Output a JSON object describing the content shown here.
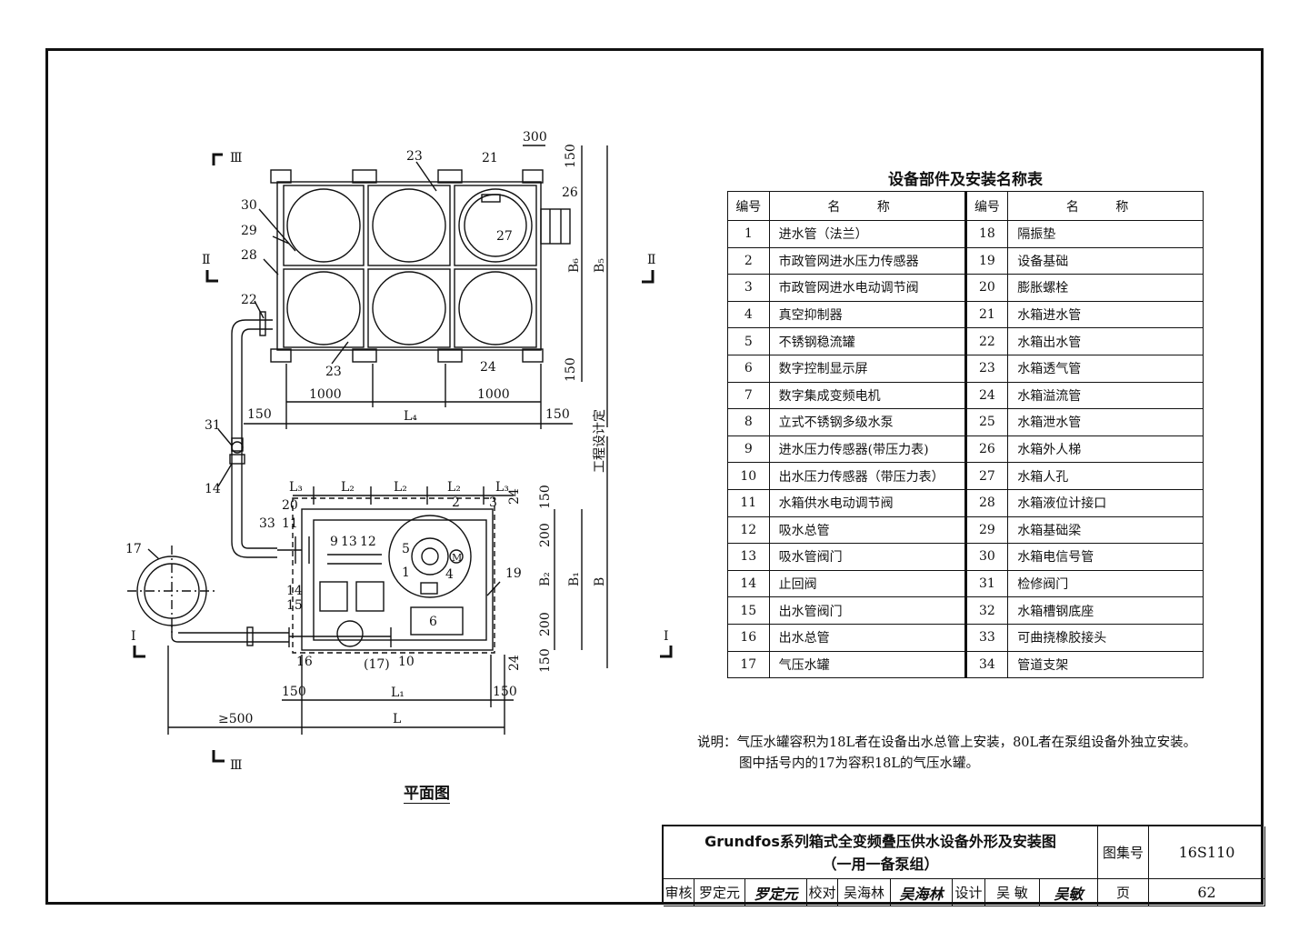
{
  "table_title": "设备部件及安装名称表",
  "table_header": {
    "num": "编号",
    "name": "名 称"
  },
  "parts_left": [
    {
      "num": "1",
      "name": "进水管（法兰）"
    },
    {
      "num": "2",
      "name": "市政管网进水压力传感器"
    },
    {
      "num": "3",
      "name": "市政管网进水电动调节阀"
    },
    {
      "num": "4",
      "name": "真空抑制器"
    },
    {
      "num": "5",
      "name": "不锈钢稳流罐"
    },
    {
      "num": "6",
      "name": "数字控制显示屏"
    },
    {
      "num": "7",
      "name": "数字集成变频电机"
    },
    {
      "num": "8",
      "name": "立式不锈钢多级水泵"
    },
    {
      "num": "9",
      "name": "进水压力传感器(带压力表)"
    },
    {
      "num": "10",
      "name": "出水压力传感器（带压力表）"
    },
    {
      "num": "11",
      "name": "水箱供水电动调节阀"
    },
    {
      "num": "12",
      "name": "吸水总管"
    },
    {
      "num": "13",
      "name": "吸水管阀门"
    },
    {
      "num": "14",
      "name": "止回阀"
    },
    {
      "num": "15",
      "name": "出水管阀门"
    },
    {
      "num": "16",
      "name": "出水总管"
    },
    {
      "num": "17",
      "name": "气压水罐"
    }
  ],
  "parts_right": [
    {
      "num": "18",
      "name": "隔振垫"
    },
    {
      "num": "19",
      "name": "设备基础"
    },
    {
      "num": "20",
      "name": "膨胀螺栓"
    },
    {
      "num": "21",
      "name": "水箱进水管"
    },
    {
      "num": "22",
      "name": "水箱出水管"
    },
    {
      "num": "23",
      "name": "水箱透气管"
    },
    {
      "num": "24",
      "name": "水箱溢流管"
    },
    {
      "num": "25",
      "name": "水箱泄水管"
    },
    {
      "num": "26",
      "name": "水箱外人梯"
    },
    {
      "num": "27",
      "name": "水箱人孔"
    },
    {
      "num": "28",
      "name": "水箱液位计接口"
    },
    {
      "num": "29",
      "name": "水箱基础梁"
    },
    {
      "num": "30",
      "name": "水箱电信号管"
    },
    {
      "num": "31",
      "name": "检修阀门"
    },
    {
      "num": "32",
      "name": "水箱槽钢底座"
    },
    {
      "num": "33",
      "name": "可曲挠橡胶接头"
    },
    {
      "num": "34",
      "name": "管道支架"
    }
  ],
  "note": {
    "line1": "说明：气压水罐容积为18L者在设备出水总管上安装，80L者在泵组设备外独立安装。",
    "line2": "图中括号内的17为容积18L的气压水罐。"
  },
  "plan_caption": "平面图",
  "drawing_labels": {
    "sec3": "Ⅲ",
    "sec2": "Ⅱ",
    "sec1": "Ⅰ",
    "d300": "300",
    "d150": "150",
    "d1000": "1000",
    "d200": "200",
    "d24": "24",
    "d500": "≥500",
    "L": "L",
    "L1": "L₁",
    "L2": "L₂",
    "L3": "L₃",
    "L4": "L₄",
    "B": "B",
    "B1": "B₁",
    "B2": "B₂",
    "B5": "B₅",
    "B6": "B₆",
    "design": "工程设计定",
    "n1": "1",
    "n2": "2",
    "n3": "3",
    "n4": "4",
    "n5": "5",
    "n6": "6",
    "n9": "9",
    "n10": "10",
    "n11": "11",
    "n12": "12",
    "n13": "13",
    "n14": "14",
    "n15": "15",
    "n16": "16",
    "n17": "17",
    "n17p": "(17)",
    "n19": "19",
    "n20": "20",
    "n21": "21",
    "n22": "22",
    "n23": "23",
    "n24": "24",
    "n26": "26",
    "n27": "27",
    "n28": "28",
    "n29": "29",
    "n30": "30",
    "n31": "31",
    "n33": "33",
    "motor": "M"
  },
  "title_block": {
    "title_line1": "Grundfos系列箱式全变频叠压供水设备外形及安装图",
    "title_line2": "（一用一备泵组）",
    "atlas_label": "图集号",
    "atlas_no": "16S110",
    "page_label": "页",
    "page_no": "62",
    "review_label": "审核",
    "reviewer": "罗定元",
    "reviewer_sig": "罗定元",
    "check_label": "校对",
    "checker": "吴海林",
    "checker_sig": "吴海林",
    "design_label": "设计",
    "designer": "吴 敏",
    "designer_sig": "吴敏"
  }
}
